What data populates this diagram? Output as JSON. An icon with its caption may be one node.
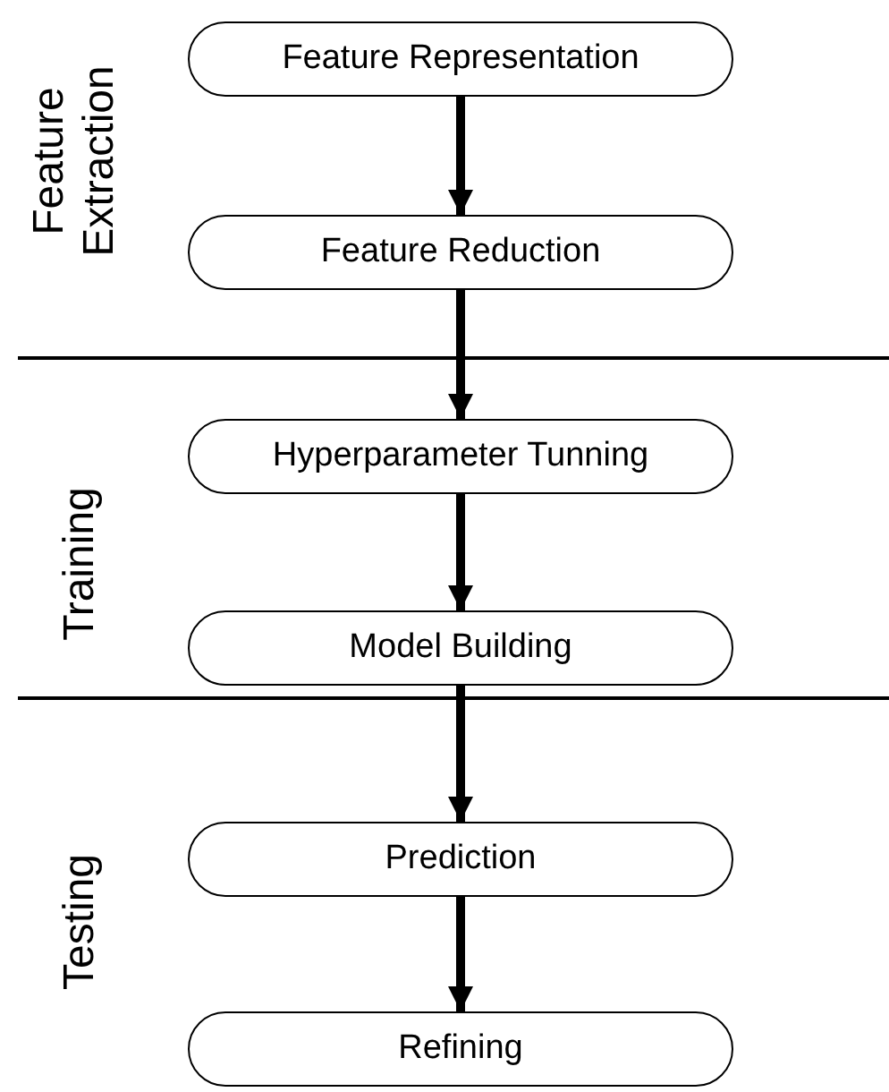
{
  "diagram": {
    "nodes": [
      {
        "text": [
          "Feature Representation"
        ]
      },
      {
        "text": [
          "Feature Reduction"
        ]
      },
      {
        "text": [
          "Hyperparameter Tunning"
        ]
      },
      {
        "text": [
          "Model Building"
        ]
      },
      {
        "text": [
          "Prediction"
        ]
      },
      {
        "text": [
          "Refining"
        ]
      }
    ],
    "edges": [
      {
        "from": 0,
        "to": 1,
        "arrow": "to"
      },
      {
        "from": 1,
        "to": 2,
        "arrow": "to"
      },
      {
        "from": 2,
        "to": 3,
        "arrow": "to"
      },
      {
        "from": 3,
        "to": 4,
        "arrow": "to"
      },
      {
        "from": 4,
        "to": 5,
        "arrow": "to"
      }
    ],
    "labels": [
      "Feature Extraction",
      "Training",
      "Testing"
    ]
  }
}
